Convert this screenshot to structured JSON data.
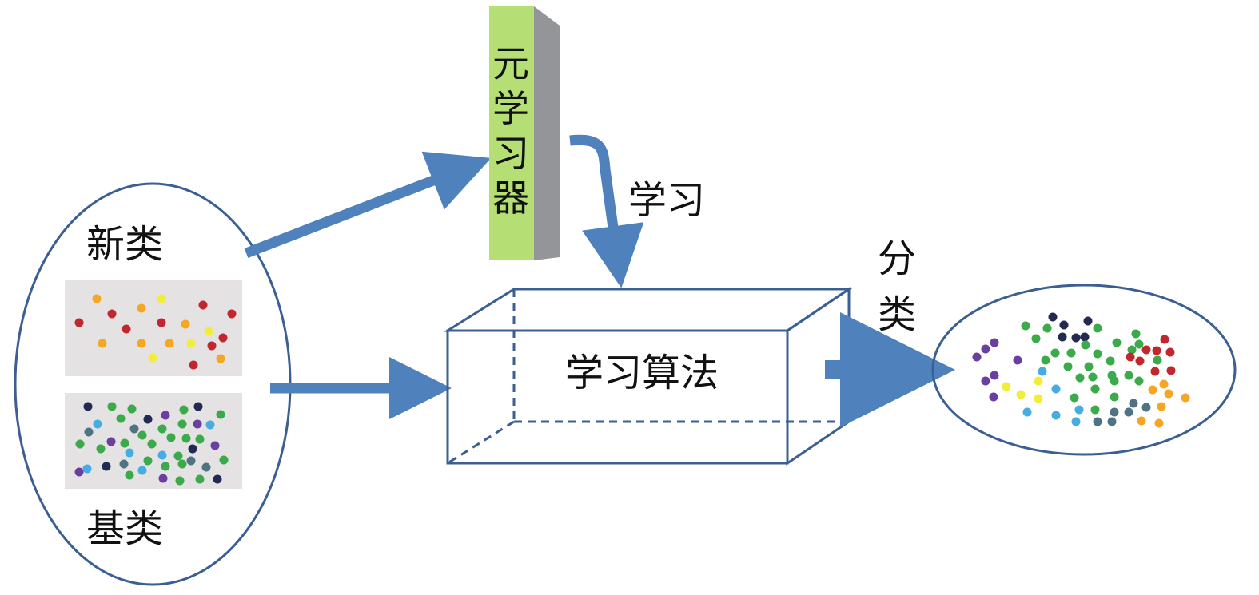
{
  "labels": {
    "new_classes": "新类",
    "base_classes": "基类",
    "meta_learner": "元学习器",
    "learn": "学习",
    "algorithm": "学习算法",
    "classify": "分类"
  },
  "colors": {
    "outline": "#3b5f93",
    "arrow": "#4f81bd",
    "panel": "#e4e2e2",
    "pillar_front": "#b5df74",
    "pillar_side": "#949598",
    "pillar_top": "#c3c4c6",
    "dot_red": "#c1272d",
    "dot_orange": "#f5a623",
    "dot_yellow": "#f1ee3a",
    "dot_navy": "#222a54",
    "dot_green": "#3aaa4a",
    "dot_purple": "#6a3fa0",
    "dot_blue": "#45ade2",
    "dot_slate": "#4f7382"
  }
}
